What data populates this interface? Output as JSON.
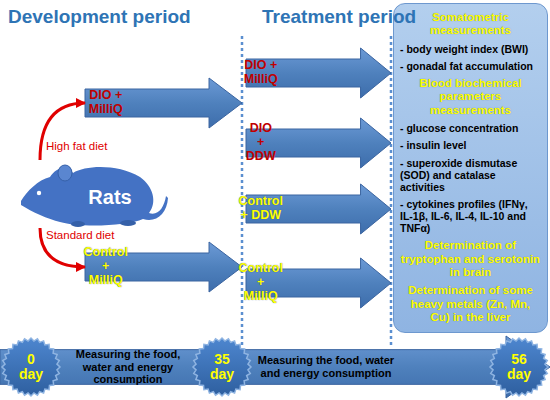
{
  "diagram": {
    "nodes": [
      {
        "text": [
          "DIO + MilliQ"
        ]
      },
      {
        "text": [
          "Rats"
        ]
      },
      {
        "text": [
          "Control + MilliQ"
        ]
      },
      {
        "text": [
          "DIO + MilliQ"
        ]
      },
      {
        "text": [
          "DIO + DDW"
        ]
      },
      {
        "text": [
          "Control + DDW"
        ]
      },
      {
        "text": [
          "Control + MilliQ"
        ]
      },
      {
        "text": [
          "Somatometric measurements",
          "- body weight index (BWI)",
          "- gonadal fat accumulation",
          "Blood biochemical parameters measurements",
          "- glucose concentration",
          "- insulin level",
          "- superoxide dismutase (SOD) and catalase activities",
          "- cytokines profiles (IFNγ, IL-1β, IL-6, IL-4, IL-10 and TNFα)",
          "Determination of tryptophan and serotonin in brain",
          "Determination of some heavy metals (Zn, Mn, Cu) in the liver"
        ]
      },
      {
        "text": [
          "Measuring the food, water and energy consumption",
          "Measuring the food, water and energy consumption"
        ]
      },
      {
        "text": [
          "0 day"
        ],
        "in": 8
      },
      {
        "text": [
          "35 day"
        ],
        "in": 8
      },
      {
        "text": [
          "56 day"
        ],
        "in": 8
      }
    ],
    "edges": [
      {
        "from": 1,
        "to": 0,
        "arrow": "to",
        "label": "High fat diet"
      },
      {
        "from": 1,
        "to": 2,
        "arrow": "to",
        "label": "Standard diet"
      }
    ],
    "labels": [
      "Development period",
      "Treatment period"
    ]
  }
}
